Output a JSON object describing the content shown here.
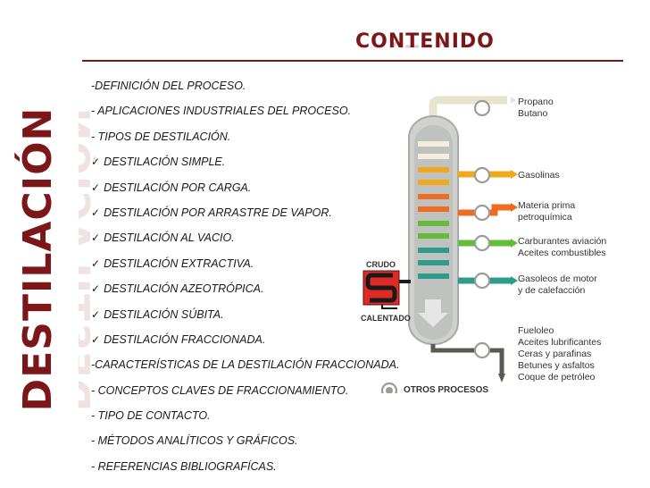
{
  "slide": {
    "title": "CONTENIDO",
    "side_title": "DESTILACIÓN",
    "items": [
      {
        "text": "-DEFINICIÓN DEL PROCESO.",
        "checked": false
      },
      {
        "text": "- APLICACIONES INDUSTRIALES DEL PROCESO.",
        "checked": false
      },
      {
        "text": "- TIPOS DE DESTILACIÓN.",
        "checked": false
      },
      {
        "text": "DESTILACIÓN SIMPLE.",
        "checked": true
      },
      {
        "text": "DESTILACIÓN POR CARGA.",
        "checked": true
      },
      {
        "text": "DESTILACIÓN POR ARRASTRE DE VAPOR.",
        "checked": true
      },
      {
        "text": "DESTILACIÓN AL VACIO.",
        "checked": true
      },
      {
        "text": "DESTILACIÓN EXTRACTIVA.",
        "checked": true
      },
      {
        "text": "DESTILACIÓN AZEOTRÓPICA.",
        "checked": true
      },
      {
        "text": "DESTILACIÓN SÚBITA.",
        "checked": true
      },
      {
        "text": "DESTILACIÓN FRACCIONADA.",
        "checked": true
      },
      {
        "text": "-CARACTERÍSTICAS DE LA DESTILACIÓN FRACCIONADA.",
        "checked": false
      },
      {
        "text": "- CONCEPTOS CLAVES DE FRACCIONAMIENTO.",
        "checked": false
      },
      {
        "text": "- TIPO DE CONTACTO.",
        "checked": false
      },
      {
        "text": "- MÉTODOS ANALÍTICOS Y GRÁFICOS.",
        "checked": false
      },
      {
        "text": "- REFERENCIAS BIBLIOGRAFÍCAS.",
        "checked": false
      }
    ],
    "check_glyph": "✓"
  },
  "diagram": {
    "labels": {
      "crudo": "CRUDO",
      "calentado": "CALENTADO",
      "otros": "OTROS PROCESOS",
      "propano": "Propano",
      "butano": "Butano",
      "gasolinas": "Gasolinas",
      "materia1": "Materia prima",
      "materia2": "petroquímica",
      "carb1": "Carburantes aviación",
      "carb2": "Aceites combustibles",
      "gas1": "Gasoleos de motor",
      "gas2": "y de calefacción",
      "fuel1": "Fueloleo",
      "fuel2": "Aceites lubrificantes",
      "fuel3": "Ceras y parafinas",
      "fuel4": "Betunes y asfaltos",
      "fuel5": "Coque de petróleo"
    },
    "colors": {
      "accent": "#7b1718",
      "propano": "#e9e4d2",
      "gasolinas": "#f0a91e",
      "materia": "#ef6c23",
      "carburantes": "#66bb3a",
      "gasoleos": "#2f9c8a",
      "fueloleo": "#585b52",
      "heater": "#e02a26",
      "column": "#cfd1cf"
    }
  }
}
